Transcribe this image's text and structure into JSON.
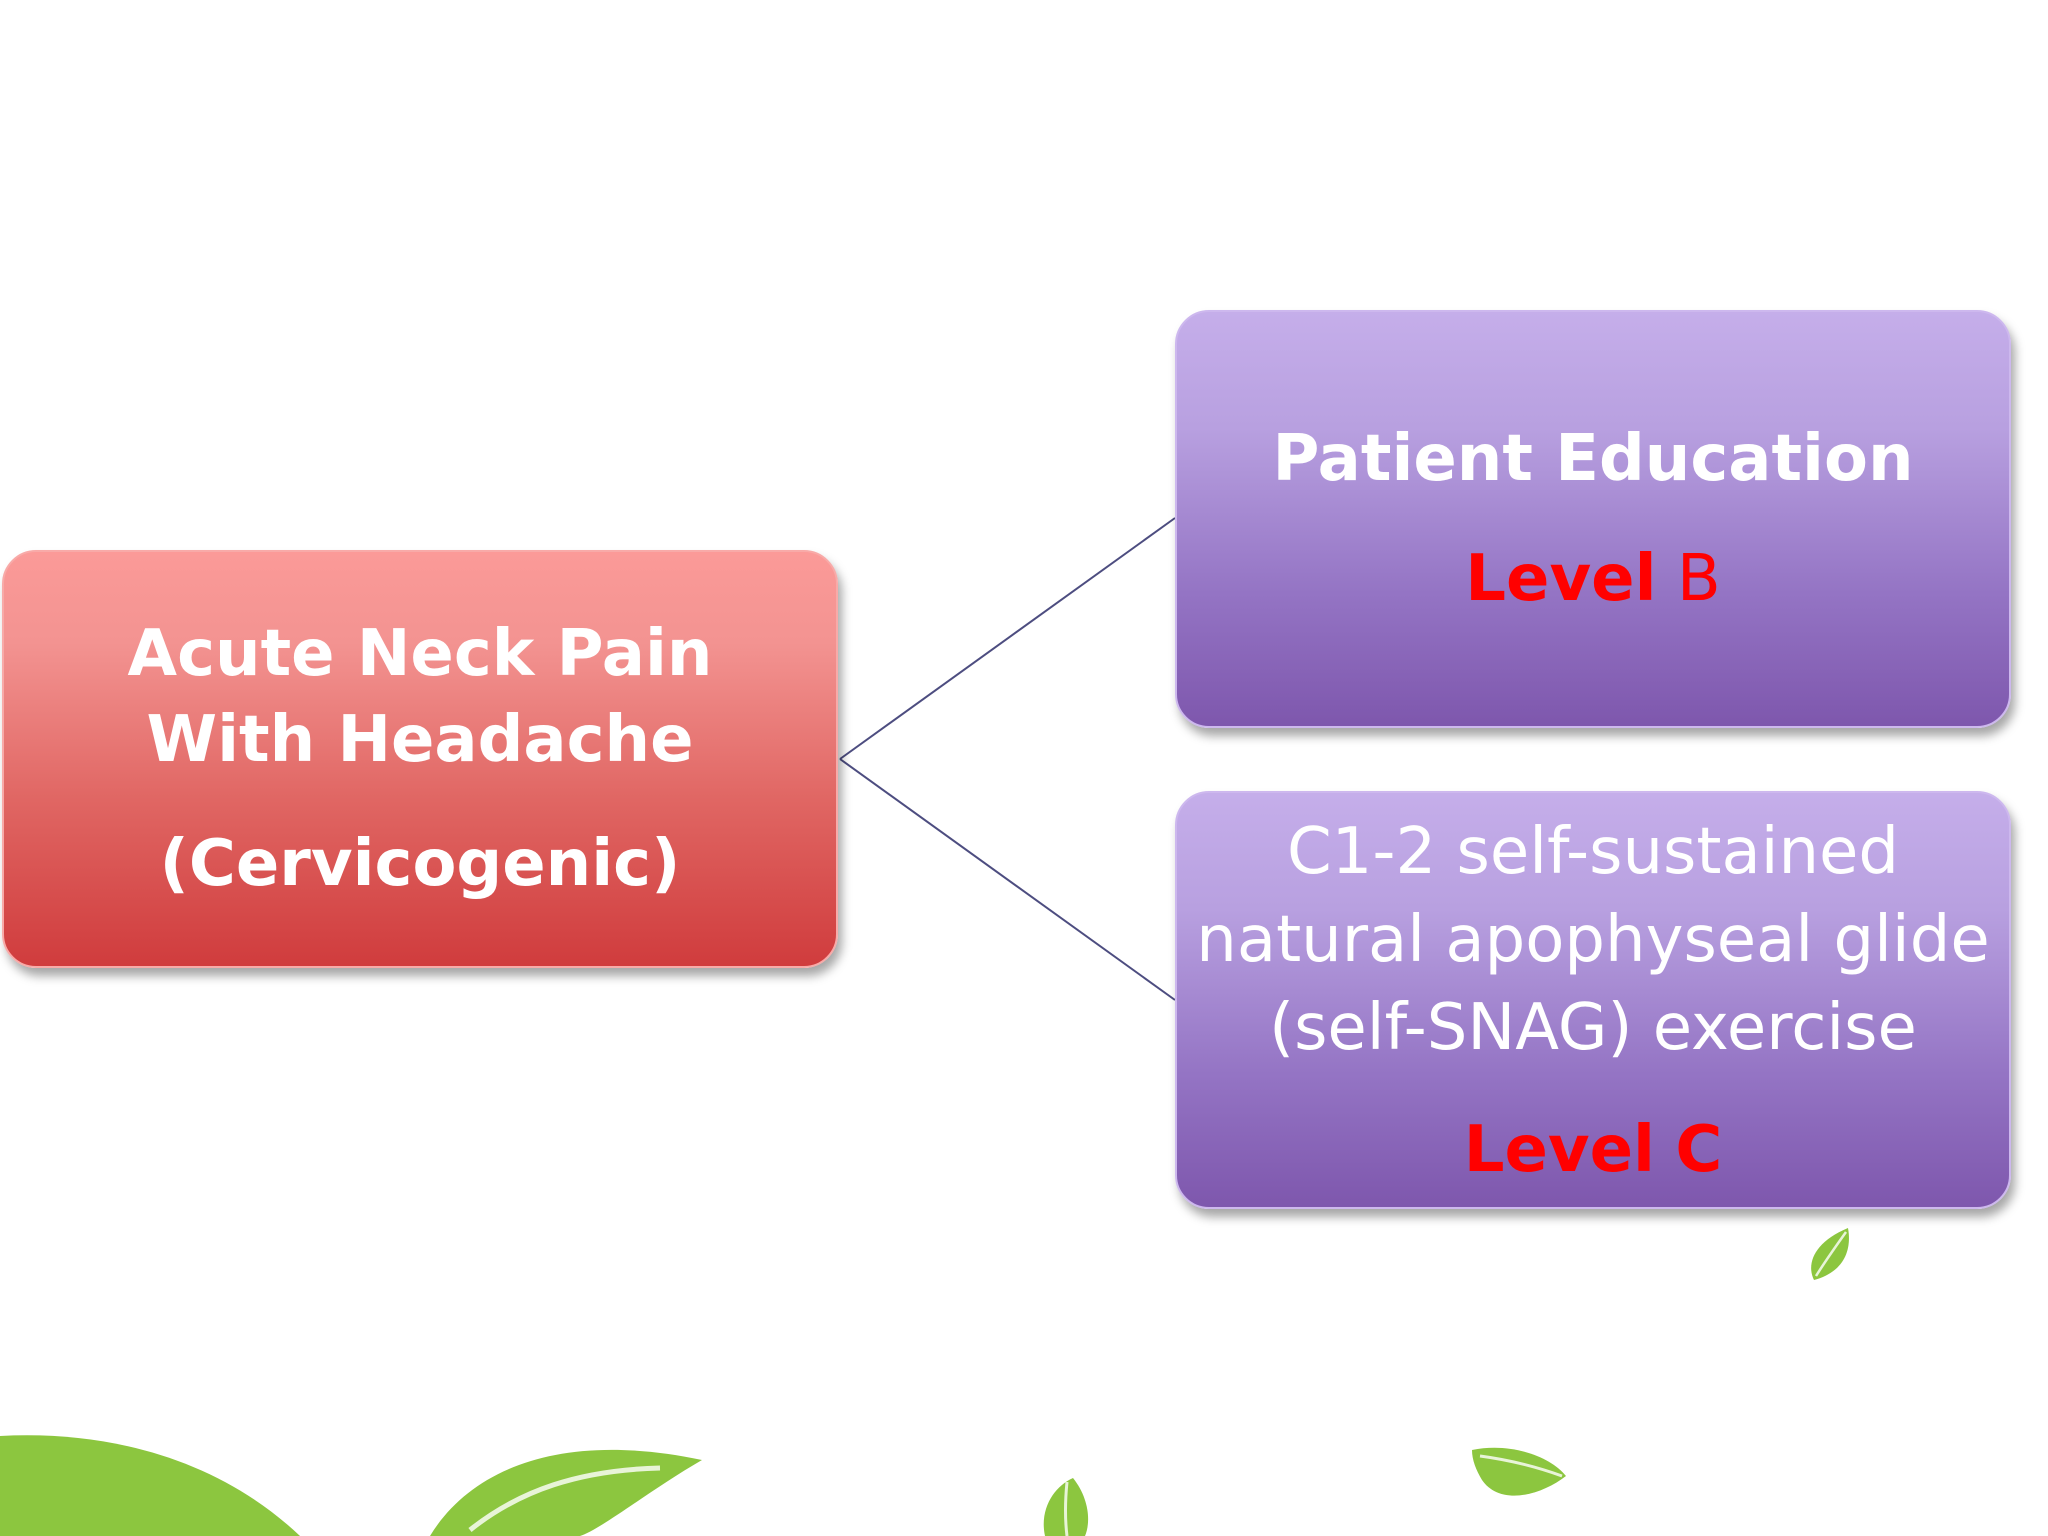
{
  "root": {
    "title": "Acute Neck Pain With Headache",
    "subtitle": "(Cervicogenic)"
  },
  "branches": [
    {
      "title": "Patient Education",
      "level_word": "Level",
      "level_value": "B"
    },
    {
      "title": "C1-2 self-sustained natural apophyseal glide (self-SNAG) exercise",
      "level_word": "Level",
      "level_value": "C"
    }
  ],
  "colors": {
    "root_fill": "#e06663",
    "branch_fill": "#9474c4",
    "level_text": "#ff0000",
    "connector": "#4d4d80",
    "leaf": "#8cc63f"
  }
}
